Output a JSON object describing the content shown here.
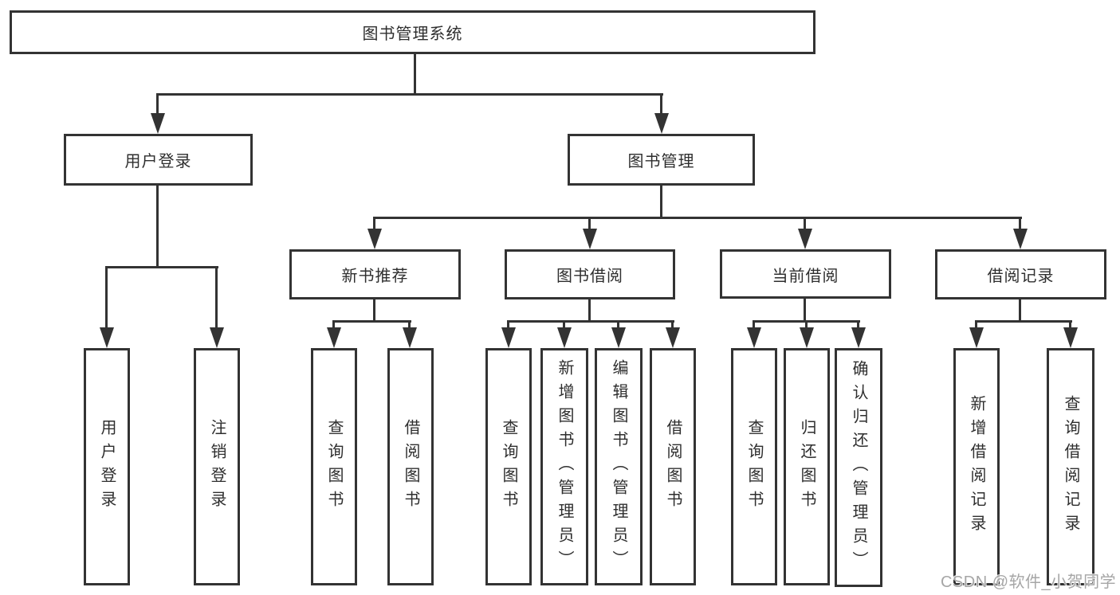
{
  "tree": {
    "label": "图书管理系统",
    "children": [
      {
        "label": "用户登录",
        "children": [
          {
            "label": "用户登录"
          },
          {
            "label": "注销登录"
          }
        ]
      },
      {
        "label": "图书管理",
        "children": [
          {
            "label": "新书推荐",
            "children": [
              {
                "label": "查询图书"
              },
              {
                "label": "借阅图书"
              }
            ]
          },
          {
            "label": "图书借阅",
            "children": [
              {
                "label": "查询图书"
              },
              {
                "label": "新增图书（管理员）"
              },
              {
                "label": "编辑图书（管理员）"
              },
              {
                "label": "借阅图书"
              }
            ]
          },
          {
            "label": "当前借阅",
            "children": [
              {
                "label": "查询图书"
              },
              {
                "label": "归还图书"
              },
              {
                "label": "确认归还（管理员）"
              }
            ]
          },
          {
            "label": "借阅记录",
            "children": [
              {
                "label": "新增借阅记录"
              },
              {
                "label": "查询借阅记录"
              }
            ]
          }
        ]
      }
    ]
  },
  "watermark": "CSDN @软件_小贺同学",
  "colors": {
    "line": "#333333",
    "box_border": "#333333",
    "text": "#2e2e2e",
    "watermark": "#a6a6a6",
    "background": "#ffffff"
  }
}
